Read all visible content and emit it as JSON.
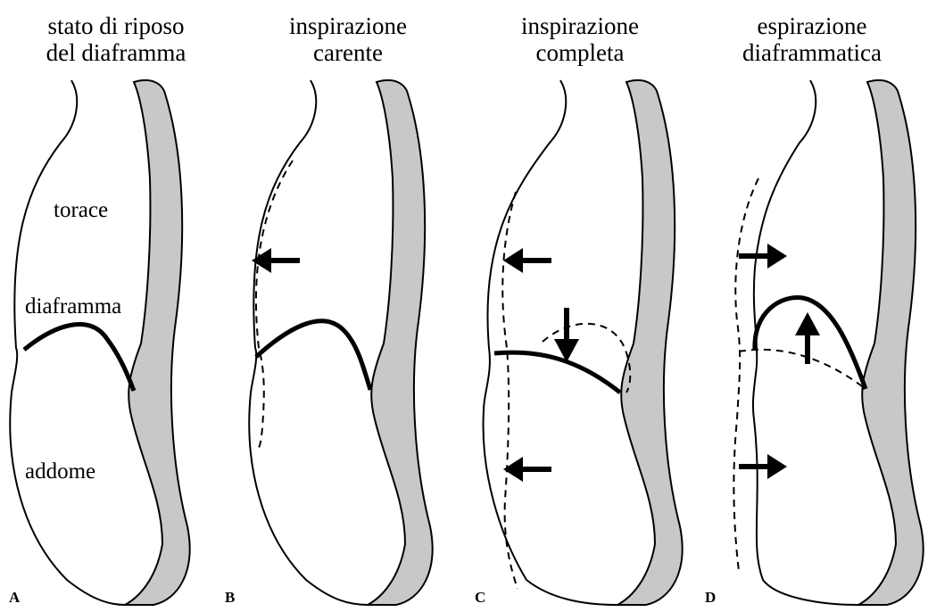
{
  "panels": [
    {
      "letter": "A",
      "title_line1": "stato di riposo",
      "title_line2": "del diaframma"
    },
    {
      "letter": "B",
      "title_line1": "inspirazione",
      "title_line2": "carente"
    },
    {
      "letter": "C",
      "title_line1": "inspirazione",
      "title_line2": "completa"
    },
    {
      "letter": "D",
      "title_line1": "espirazione",
      "title_line2": "diaframmatica"
    }
  ],
  "labels": {
    "torace": "torace",
    "diaframma": "diaframma",
    "addome": "addome"
  },
  "colors": {
    "spine_fill": "#c8c8c8",
    "stroke": "#000000"
  }
}
